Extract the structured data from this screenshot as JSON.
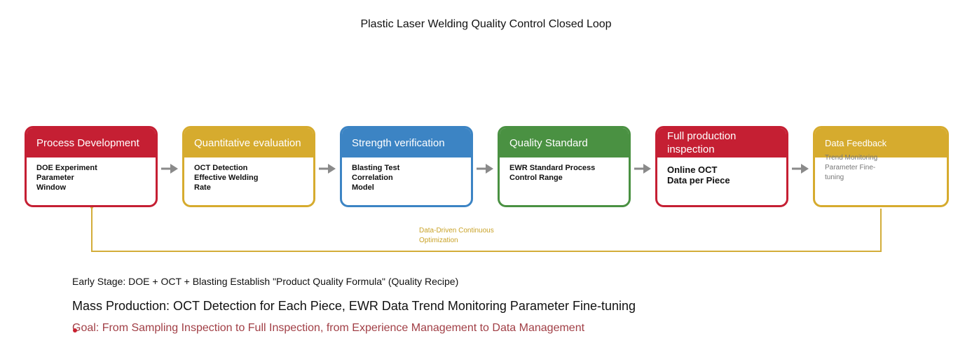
{
  "title": "Plastic Laser Welding Quality Control Closed Loop",
  "colors": {
    "red": "#c51f33",
    "gold": "#d6ab2e",
    "blue": "#3c84c4",
    "green": "#4a9142",
    "arrow": "#8a8a8a",
    "loop": "#d3ad3a",
    "goal_text": "#a13f46"
  },
  "stages": [
    {
      "id": "process-development",
      "header": "Process Development",
      "body": "DOE Experiment\nParameter\nWindow",
      "color": "red"
    },
    {
      "id": "quantitative-evaluation",
      "header": "Quantitative evaluation",
      "body": "OCT Detection\nEffective Welding\nRate",
      "color": "gold"
    },
    {
      "id": "strength-verification",
      "header": "Strength verification",
      "body": "Blasting Test\nCorrelation\nModel",
      "color": "blue"
    },
    {
      "id": "quality-standard",
      "header": "Quality Standard",
      "body": "EWR Standard Process\nControl Range",
      "color": "green"
    },
    {
      "id": "full-production-inspection",
      "header": "Full production inspection",
      "body": "Online OCT\nData per Piece",
      "color": "red"
    },
    {
      "id": "data-feedback",
      "header": "Data Feedback",
      "body": "Trend Monitoring\nParameter Fine-\ntuning",
      "color": "gold"
    }
  ],
  "loop_label": "Data-Driven Continuous\nOptimization",
  "notes": {
    "early_stage": "Early Stage: DOE + OCT + Blasting Establish \"Product Quality Formula\" (Quality Recipe)",
    "mass_production": "Mass Production: OCT Detection for Each Piece, EWR Data Trend Monitoring Parameter Fine-tuning",
    "goal": "Goal: From Sampling Inspection to Full Inspection, from Experience Management to Data Management"
  }
}
